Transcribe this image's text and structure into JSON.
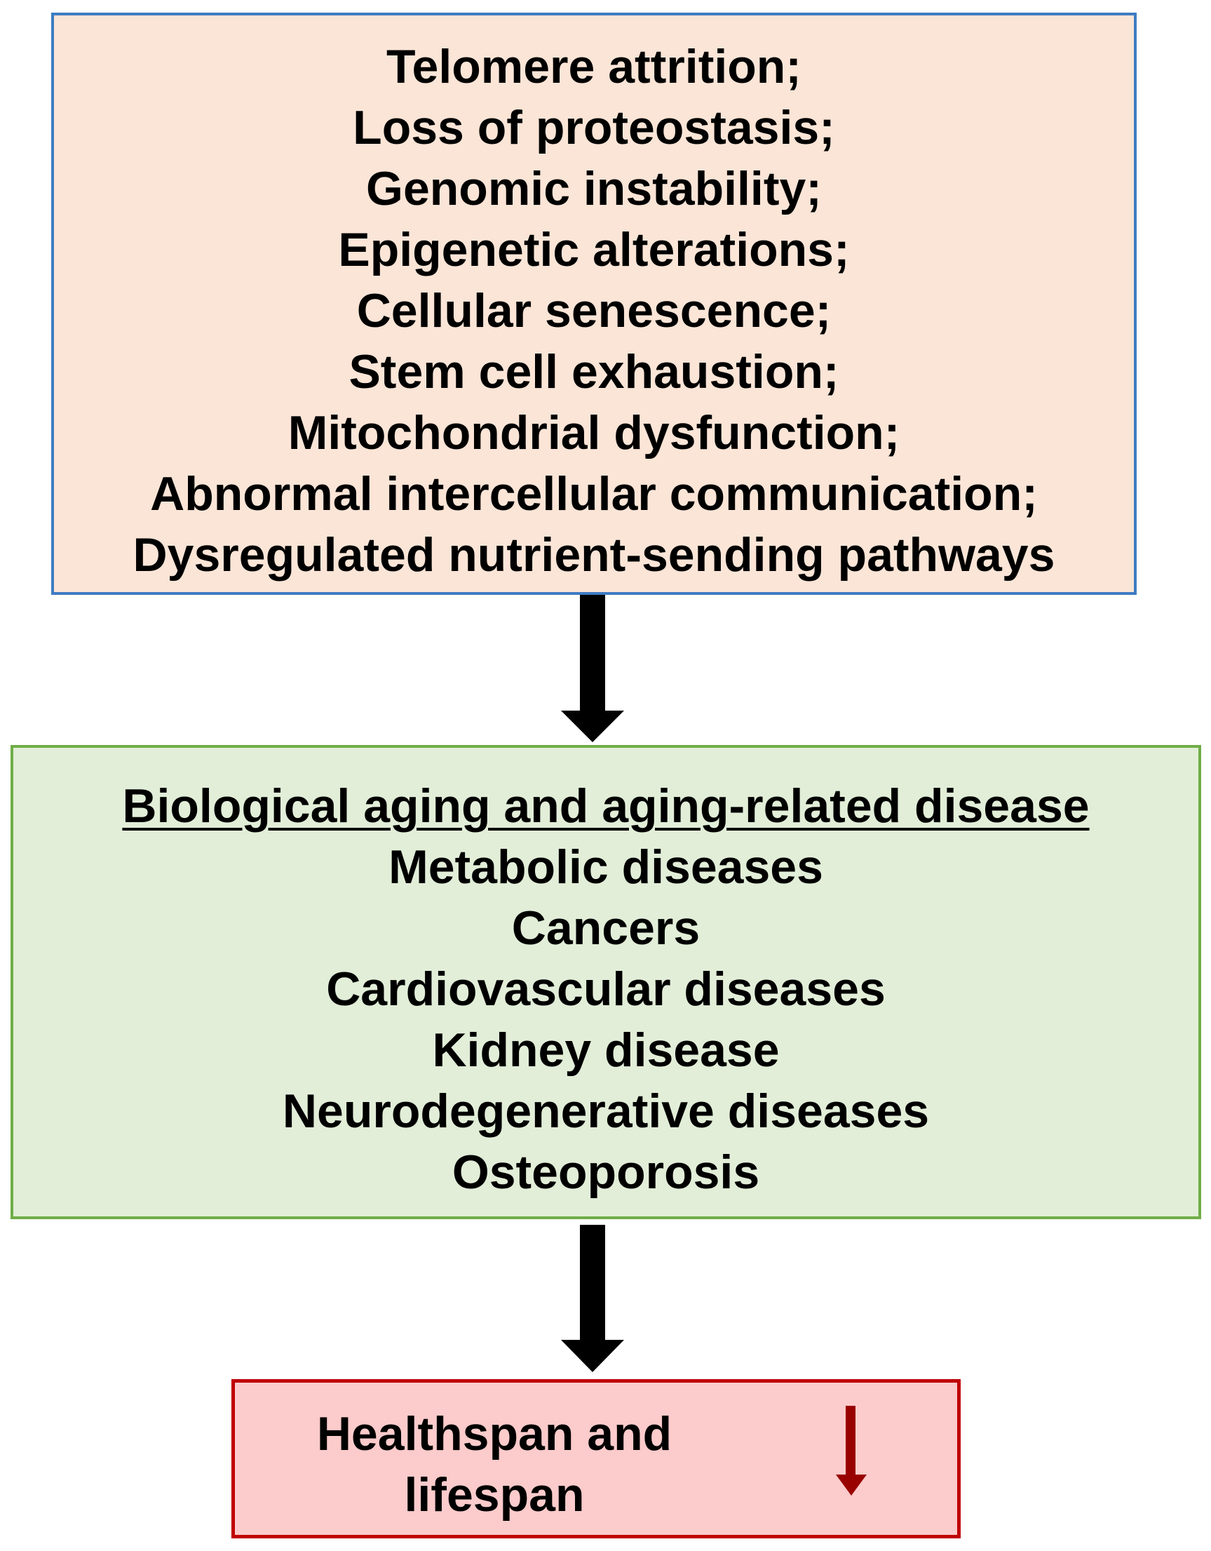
{
  "hallmarks": {
    "items": [
      "Telomere attrition;",
      "Loss of proteostasis;",
      "Genomic instability;",
      "Epigenetic alterations;",
      "Cellular senescence;",
      "Stem cell exhaustion;",
      "Mitochondrial dysfunction;",
      "Abnormal intercellular communication;",
      "Dysregulated nutrient-sending pathways"
    ]
  },
  "diseases": {
    "heading": "Biological aging and aging-related disease",
    "items": [
      "Metabolic diseases",
      "Cancers",
      "Cardiovascular diseases",
      "Kidney disease",
      "Neurodegenerative diseases",
      "Osteoporosis"
    ]
  },
  "outcome": {
    "line1": "Healthspan and",
    "line2": "lifespan",
    "trend_icon": "down-arrow-icon"
  },
  "colors": {
    "hallmarks_fill": "#fbe5d7",
    "hallmarks_border": "#3f7cc2",
    "diseases_fill": "#e2eed8",
    "diseases_border": "#70ad47",
    "outcome_fill": "#fccbcb",
    "outcome_border": "#c00000",
    "trend_arrow": "#990000",
    "connector_arrow": "#000000"
  }
}
